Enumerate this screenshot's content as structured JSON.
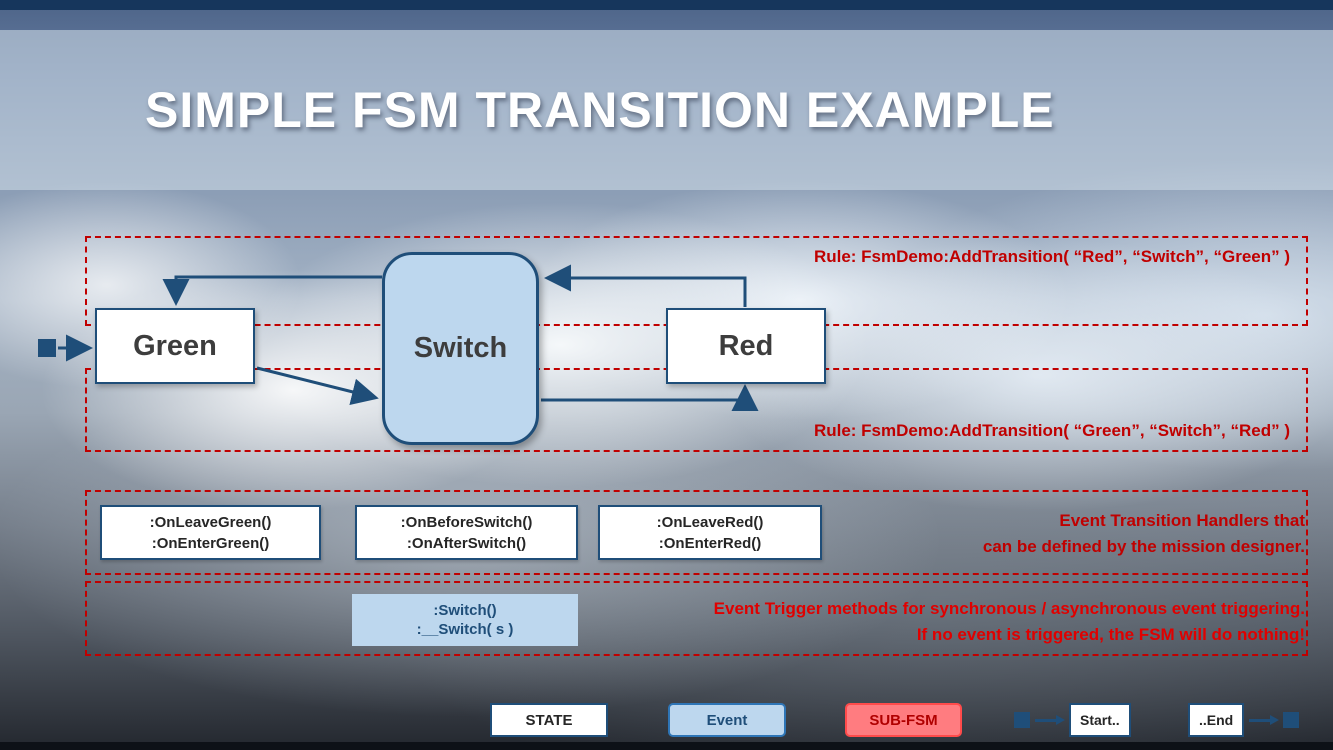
{
  "title": "SIMPLE FSM TRANSITION EXAMPLE",
  "rules": {
    "red_to_green": "Rule: FsmDemo:AddTransition( “Red”, “Switch”, “Green” )",
    "green_to_red": "Rule: FsmDemo:AddTransition( “Green”, “Switch”, “Red” )"
  },
  "states": {
    "green": {
      "label": "Green"
    },
    "switch": {
      "label": "Switch"
    },
    "red": {
      "label": "Red"
    }
  },
  "handlers": {
    "green": {
      "line1": ":OnLeaveGreen()",
      "line2": ":OnEnterGreen()"
    },
    "switch": {
      "line1": ":OnBeforeSwitch()",
      "line2": ":OnAfterSwitch()"
    },
    "red": {
      "line1": ":OnLeaveRed()",
      "line2": ":OnEnterRed()"
    },
    "note_line1": "Event Transition Handlers that",
    "note_line2": "can be defined by the mission designer."
  },
  "trigger": {
    "line1": ":Switch()",
    "line2": ":__Switch( s )",
    "note_line1": "Event Trigger methods for synchronous / asynchronous event triggering.",
    "note_line2": "If no event is triggered, the FSM will do nothing!"
  },
  "legend": {
    "state": "STATE",
    "event": "Event",
    "subfsm": "SUB-FSM",
    "start": "Start..",
    "end": "..End"
  },
  "colors": {
    "navy": "#1F4E79",
    "dashed_red": "#C00000",
    "rule_text": "#C00000",
    "event_fill": "#BDD7EE",
    "subfsm_fill": "#FF7C80",
    "subfsm_text": "#B00000",
    "trigger_note": "#E00000"
  }
}
